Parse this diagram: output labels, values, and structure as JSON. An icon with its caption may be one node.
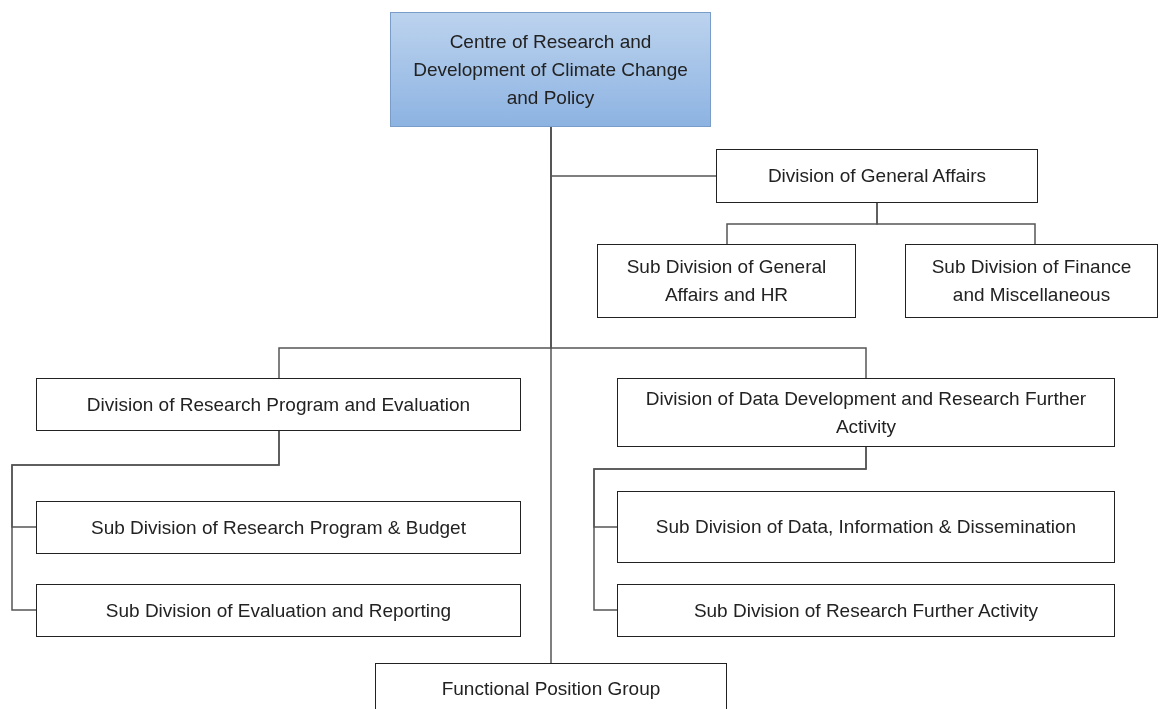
{
  "diagram": {
    "nodes": [
      {
        "text": [
          "Centre of Research and Development of Climate Change and Policy"
        ]
      },
      {
        "text": [
          "Division of General Affairs"
        ]
      },
      {
        "text": [
          "Sub Division of General Affairs and HR"
        ]
      },
      {
        "text": [
          "Sub Division of Finance and Miscellaneous"
        ]
      },
      {
        "text": [
          "Division of Research Program and Evaluation"
        ]
      },
      {
        "text": [
          "Division of Data Development and Research Further Activity"
        ]
      },
      {
        "text": [
          "Sub Division of Research Program & Budget"
        ]
      },
      {
        "text": [
          "Sub Division of Evaluation and Reporting"
        ]
      },
      {
        "text": [
          "Sub Division of Data, Information & Dissemination"
        ]
      },
      {
        "text": [
          "Sub Division of Research Further Activity"
        ]
      },
      {
        "text": [
          "Functional Position Group"
        ]
      }
    ],
    "edges": [
      {
        "from": 0,
        "to": 1,
        "arrow": "none"
      },
      {
        "from": 1,
        "to": 2,
        "arrow": "none"
      },
      {
        "from": 1,
        "to": 3,
        "arrow": "none"
      },
      {
        "from": 0,
        "to": 4,
        "arrow": "none"
      },
      {
        "from": 0,
        "to": 5,
        "arrow": "none"
      },
      {
        "from": 4,
        "to": 6,
        "arrow": "none"
      },
      {
        "from": 4,
        "to": 7,
        "arrow": "none"
      },
      {
        "from": 5,
        "to": 8,
        "arrow": "none"
      },
      {
        "from": 5,
        "to": 9,
        "arrow": "none"
      },
      {
        "from": 0,
        "to": 10,
        "arrow": "none"
      }
    ]
  }
}
